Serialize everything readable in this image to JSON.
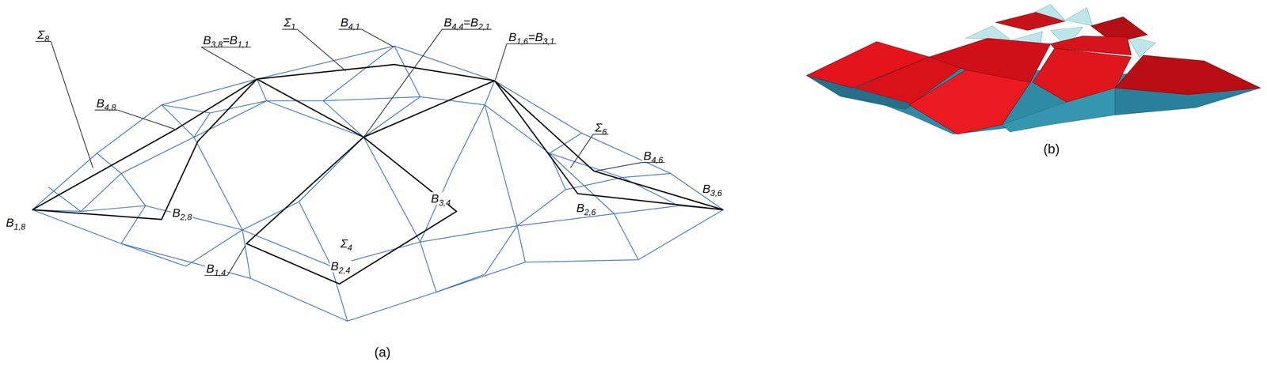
{
  "diagram": {
    "labels": [
      "Σ8",
      "B4,8",
      "B3,8=B1,1",
      "Σ1",
      "B4,1",
      "B4,4=B2,1",
      "B1,6=B3,1",
      "Σ6",
      "B4,6",
      "B1,8",
      "B2,8",
      "B3,4",
      "Σ4",
      "B3,6",
      "B2,6",
      "B1,4",
      "B2,4",
      "(a)",
      "(b)"
    ]
  }
}
